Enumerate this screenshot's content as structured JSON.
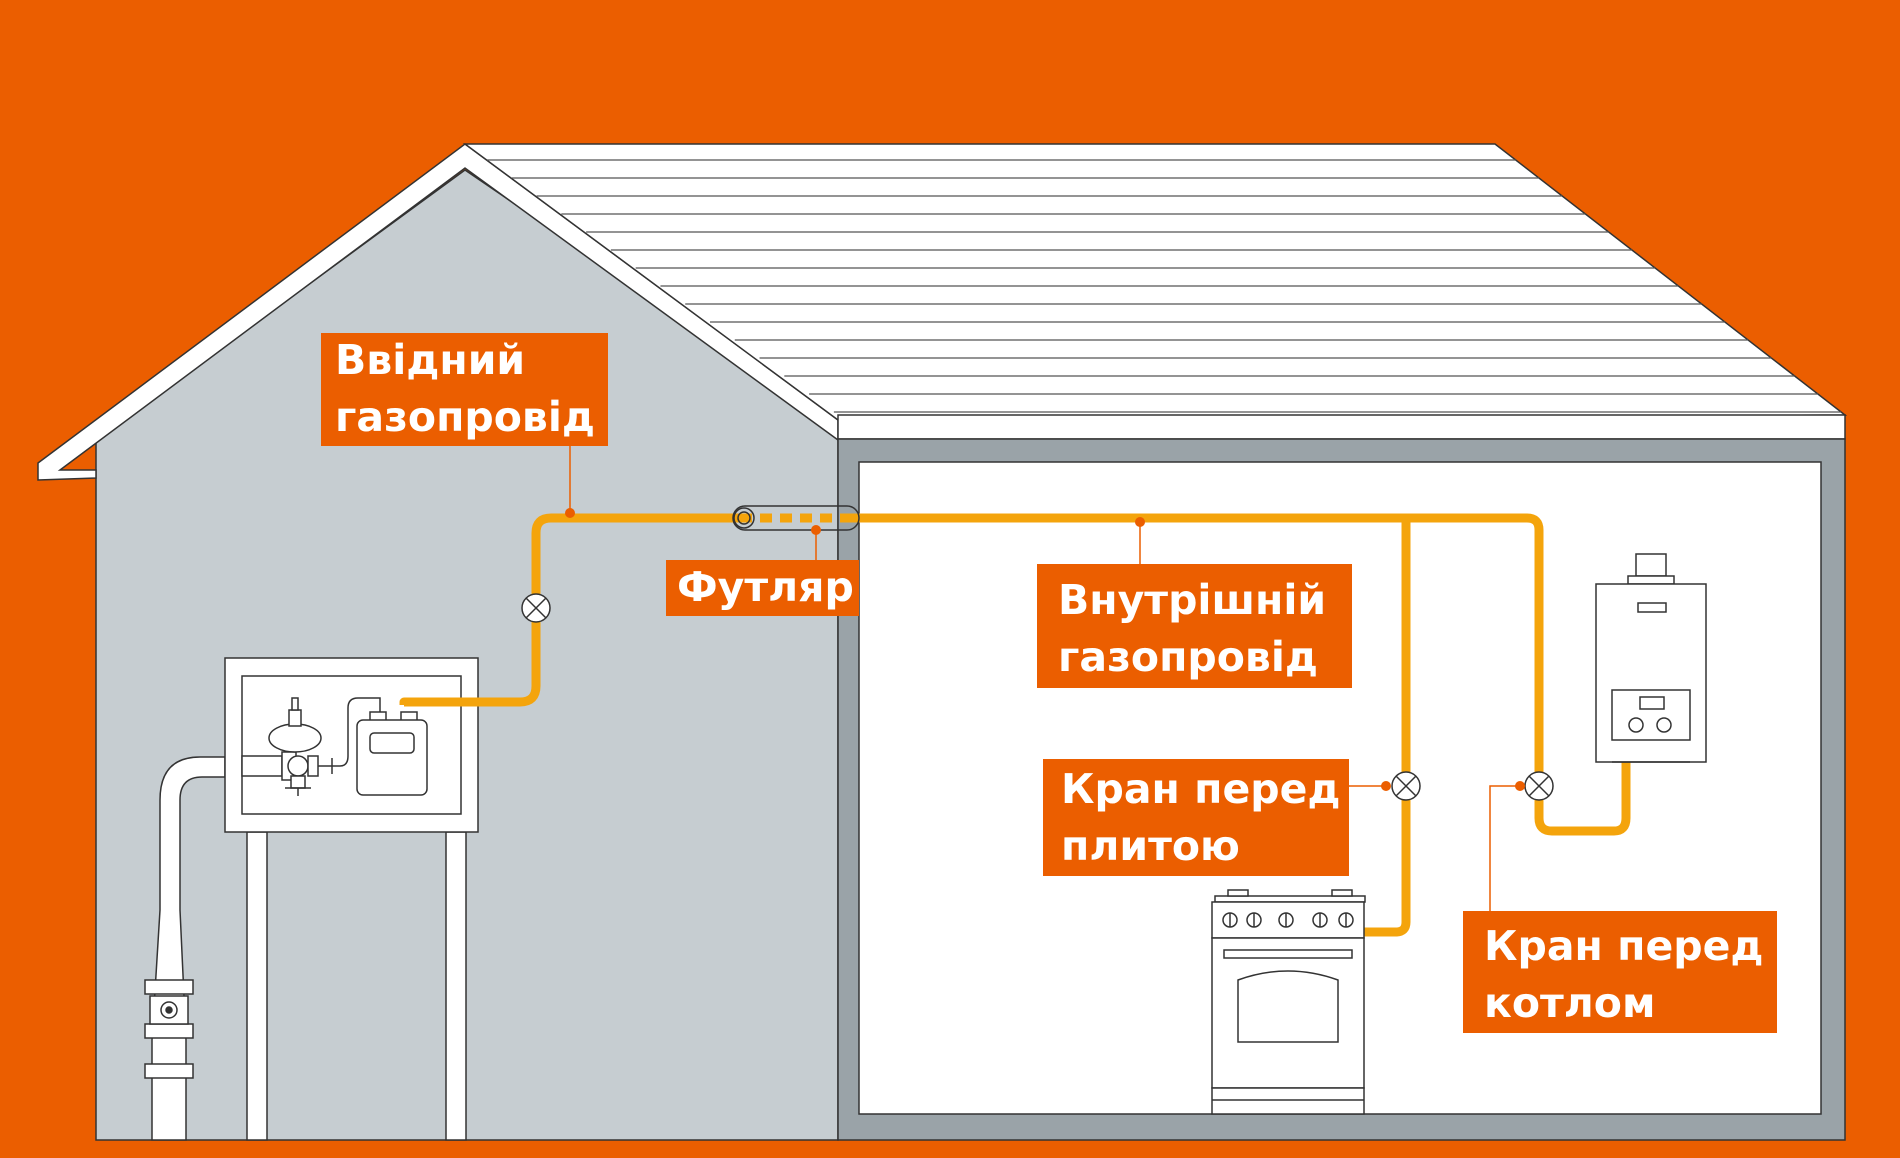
{
  "labels": {
    "intake": [
      "Ввідний",
      "газопровід"
    ],
    "sleeve": [
      "Футляр"
    ],
    "internal": [
      "Внутрішній",
      "газопровід"
    ],
    "stove_valve": [
      "Кран перед",
      "плитою"
    ],
    "boiler_valve": [
      "Кран перед",
      "котлом"
    ]
  },
  "colors": {
    "background": "#EB5E00",
    "label_bg": "#EB5E00",
    "label_text": "#FFFFFF",
    "pipe": "#F4A40C",
    "house_wall": "#C6CDD1",
    "roof": "#FFFFFF",
    "interior": "#FFFFFF",
    "interior_frame": "#9AA3A8",
    "outline": "#333333"
  },
  "icons": [
    "valve-icon",
    "gas-meter-icon",
    "pressure-regulator-icon",
    "gas-stove-icon",
    "gas-boiler-icon"
  ]
}
